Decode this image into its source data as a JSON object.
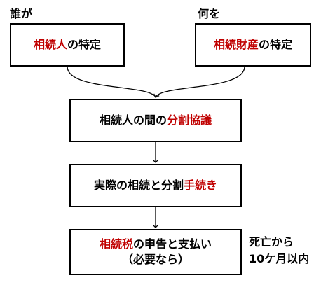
{
  "colors": {
    "accent": "#c00000",
    "text": "#000000",
    "line": "#000000"
  },
  "question_who": "誰が",
  "question_what": "何を",
  "box_heirs": {
    "red": "相続人",
    "black": "の特定"
  },
  "box_assets": {
    "red": "相続財産",
    "black": "の特定"
  },
  "box_division_talks": {
    "black": "相続人の間の",
    "red": "分割協議"
  },
  "box_procedures": {
    "black": "実際の相続と分割",
    "red": "手続き"
  },
  "box_tax": {
    "red": "相続税",
    "black": "の申告と支払い",
    "line2": "（必要なら）"
  },
  "deadline": {
    "line1": "死亡から",
    "line2": "10ケ月以内"
  }
}
